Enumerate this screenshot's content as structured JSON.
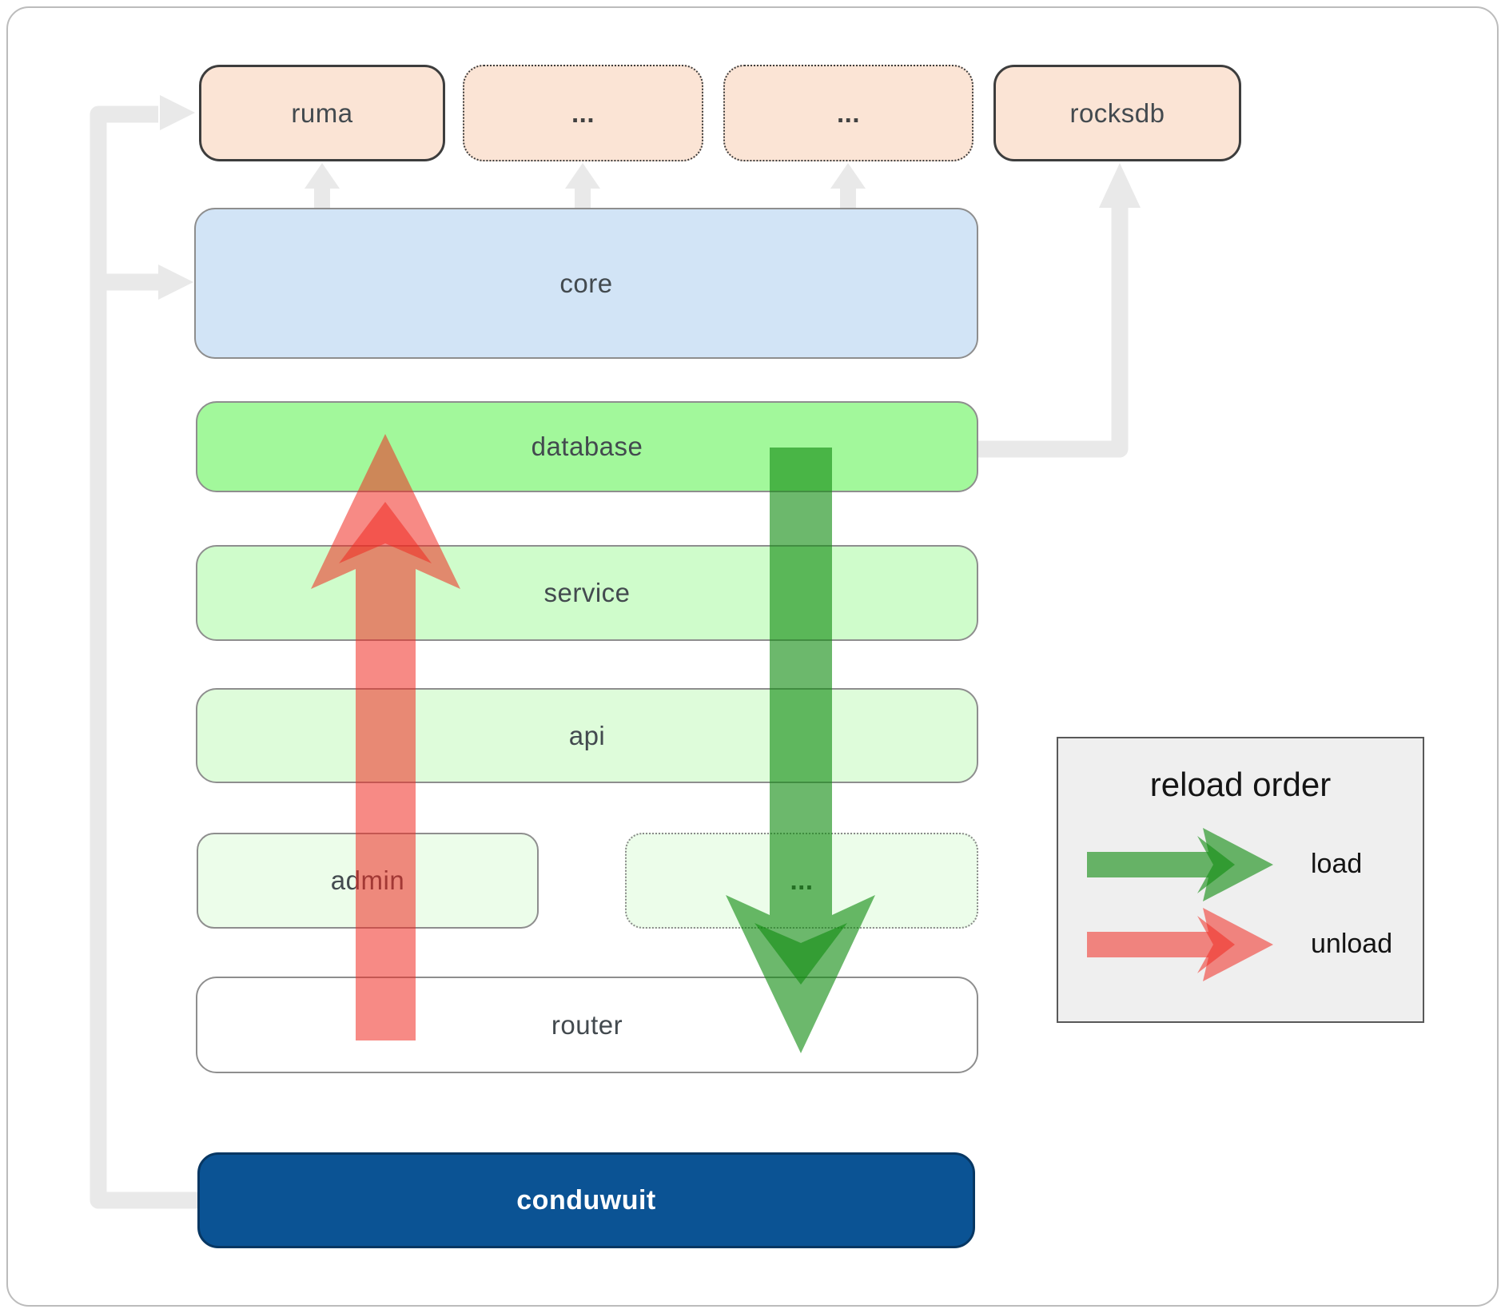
{
  "diagram": {
    "title_hint": "conduwuit crate architecture",
    "nodes": {
      "ruma": "ruma",
      "dep_more_1": "...",
      "dep_more_2": "...",
      "rocksdb": "rocksdb",
      "core": "core",
      "database": "database",
      "service": "service",
      "api": "api",
      "admin": "admin",
      "service_more": "...",
      "router": "router",
      "conduwuit": "conduwuit"
    },
    "legend": {
      "title": "reload order",
      "load_label": "load",
      "unload_label": "unload"
    },
    "colors": {
      "dependency_fill": "#fbe4d5",
      "dependency_border": "#3d3d3d",
      "core_fill": "#d2e4f6",
      "database_fill": "#a2f89b",
      "service_fill": "#cffccb",
      "api_fill": "#defcda",
      "admin_fill": "#ecfdea",
      "router_fill": "#ffffff",
      "conduwuit_fill": "#0b5394",
      "conduwuit_border": "#073763",
      "load_arrow": "#128c12",
      "unload_arrow": "#f02a20",
      "connector": "#e9e9e9",
      "legend_bg": "#efefef",
      "box_label": "#434a4f"
    }
  }
}
